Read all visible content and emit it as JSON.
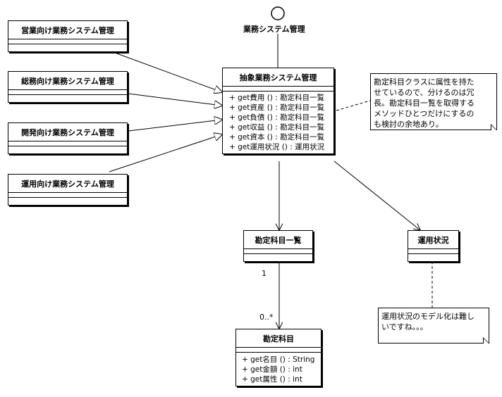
{
  "interface": {
    "name": "業務システム管理"
  },
  "abstract_class": {
    "name": "抽象業務システム管理",
    "operations": [
      "+ get費用 () : 勘定科目一覧",
      "+ get資産 () : 勘定科目一覧",
      "+ get負債 () : 勘定科目一覧",
      "+ get収益 () : 勘定科目一覧",
      "+ get資本 () : 勘定科目一覧",
      "+ get運用状況 () : 運用状況"
    ]
  },
  "subclasses": [
    {
      "name": "営業向け業務システム管理"
    },
    {
      "name": "総務向け業務システム管理"
    },
    {
      "name": "開発向け業務システム管理"
    },
    {
      "name": "運用向け業務システム管理"
    }
  ],
  "account_list_class": {
    "name": "勘定科目一覧"
  },
  "operation_status_class": {
    "name": "運用状況"
  },
  "account_class": {
    "name": "勘定科目",
    "operations": [
      "+ get名目 () : String",
      "+ get金額 () : int",
      "+ get属性 () : int"
    ]
  },
  "association": {
    "source_multiplicity": "1",
    "target_multiplicity": "0..*"
  },
  "notes": {
    "account_note": "勘定科目クラスに属性を持た\nせているので、分けるのは冗\n長。勘定科目一覧を取得する\nメソッドひとつだけにするの\nも検討の余地あり。",
    "status_note": "運用状況のモデル化は難し\nいですね。。。"
  }
}
